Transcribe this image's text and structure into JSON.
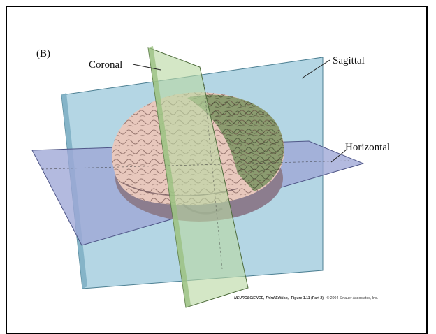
{
  "figure": {
    "panel_label": "(B)",
    "labels": {
      "coronal": "Coronal",
      "sagittal": "Sagittal",
      "horizontal": "Horizontal"
    },
    "caption_title": "NEUROSCIENCE, Third Edition,",
    "caption_figure": "Figure 1.11 (Part 2)",
    "caption_credit": "© 2004 Sinauer Associates, Inc."
  },
  "colors": {
    "sagittal_plane": "#a7cfdf",
    "coronal_plane": "#b9d8a3",
    "horizontal_plane": "#9ea6d6",
    "brain_pink": "#e8c8bd",
    "brain_green": "#8b9b6f",
    "brain_mauve": "#8c7d8e"
  }
}
